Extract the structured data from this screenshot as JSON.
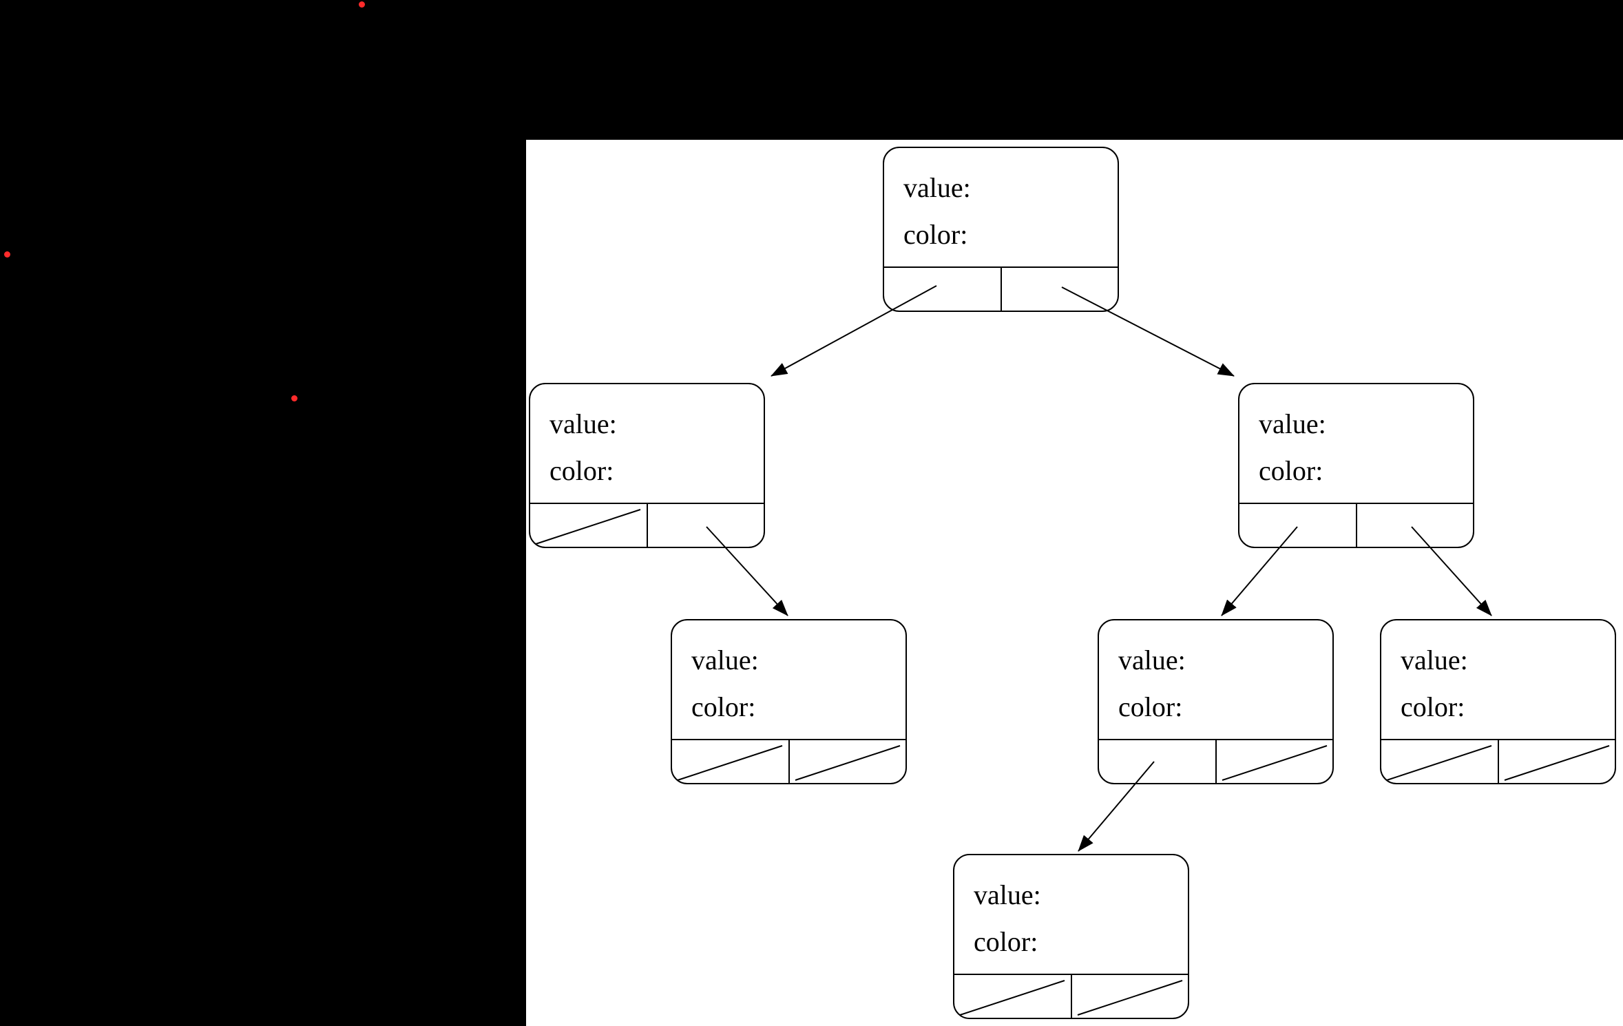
{
  "colors": {
    "page_background": "#000000",
    "canvas_background": "#ffffff",
    "line": "#000000",
    "text": "#000000",
    "marker_dot": "#ff2b2b"
  },
  "diagram": {
    "type": "binary-tree",
    "description": "Binary tree of linked node records, each with value and color fields and two child-pointer cells; slashed cells are null pointers",
    "nodes": [
      {
        "id": "root",
        "value_label": "value:",
        "color_label": "color:",
        "left_child": "node-2",
        "right_child": "node-3"
      },
      {
        "id": "node-2",
        "value_label": "value:",
        "color_label": "color:",
        "left_child": null,
        "right_child": "node-4"
      },
      {
        "id": "node-3",
        "value_label": "value:",
        "color_label": "color:",
        "left_child": "node-5",
        "right_child": "node-6"
      },
      {
        "id": "node-4",
        "value_label": "value:",
        "color_label": "color:",
        "left_child": null,
        "right_child": null
      },
      {
        "id": "node-5",
        "value_label": "value:",
        "color_label": "color:",
        "left_child": "node-7",
        "right_child": null
      },
      {
        "id": "node-6",
        "value_label": "value:",
        "color_label": "color:",
        "left_child": null,
        "right_child": null
      },
      {
        "id": "node-7",
        "value_label": "value:",
        "color_label": "color:",
        "left_child": null,
        "right_child": null
      }
    ]
  }
}
